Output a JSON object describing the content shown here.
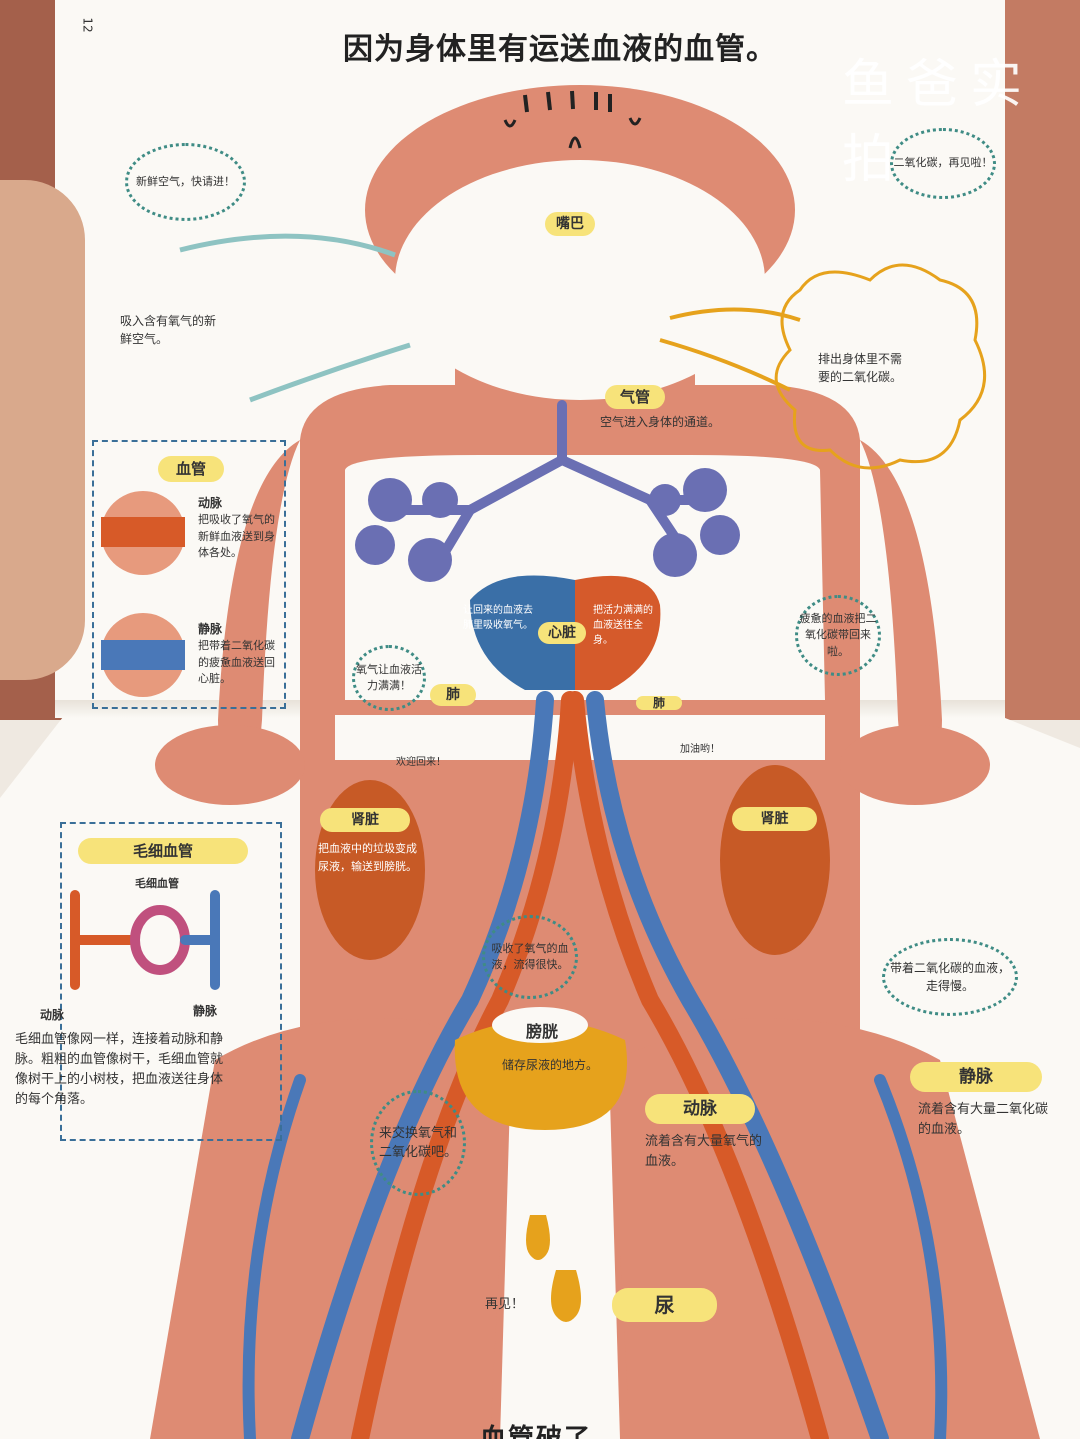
{
  "page_number": "12",
  "title": "因为身体里有运送血液的血管。",
  "watermark": "鱼爸实拍",
  "top_left": {
    "bubble": "新鲜空气，快请进！",
    "note": "吸入含有氧气的新鲜空气。"
  },
  "top_right": {
    "bubble": "二氧化碳，再见啦！",
    "note": "排出身体里不需要的二氧化碳。"
  },
  "mouth_label": "嘴巴",
  "trachea": {
    "label": "气管",
    "desc": "空气进入身体的通道。"
  },
  "vessels_box": {
    "title": "血管",
    "artery_name": "动脉",
    "artery_desc": "把吸收了氧气的新鲜血液送到身体各处。",
    "vein_name": "静脉",
    "vein_desc": "把带着二氧化碳的疲惫血液送回心脏。"
  },
  "heart": {
    "label": "心脏",
    "left_text": "让回来的血液去肺里吸收氧气。",
    "right_text": "把活力满满的血液送往全身。"
  },
  "lung_label": "肺",
  "lung_label_right": "肺",
  "bubble_oxygen": "氧气让血液活力满满！",
  "bubble_tired": "疲惫的血液把二氧化碳带回来啦。",
  "welcome": "欢迎回来！",
  "cheer": "加油哟！",
  "kidney_left": {
    "label": "肾脏",
    "desc": "把血液中的垃圾变成尿液，输送到膀胱。"
  },
  "kidney_right": {
    "label": "肾脏"
  },
  "capillary_box": {
    "title": "毛细血管",
    "sub": "毛细血管",
    "artery": "动脉",
    "vein": "静脉",
    "desc": "毛细血管像网一样，连接着动脉和静脉。粗粗的血管像树干，毛细血管就像树干上的小树枝，把血液送往身体的每个角落。"
  },
  "bubble_absorb": "吸收了氧气的血液，流得很快。",
  "bubble_co2": "带着二氧化碳的血液，走得慢。",
  "bladder": {
    "label": "膀胱",
    "desc": "储存尿液的地方。"
  },
  "artery_label": {
    "label": "动脉",
    "desc": "流着含有大量氧气的血液。"
  },
  "vein_label": {
    "label": "静脉",
    "desc": "流着含有大量二氧化碳的血液。"
  },
  "bubble_exchange": "来交换氧气和二氧化碳吧。",
  "bye": "再见！",
  "urine": "尿",
  "bottom_cut": "血管破了"
}
